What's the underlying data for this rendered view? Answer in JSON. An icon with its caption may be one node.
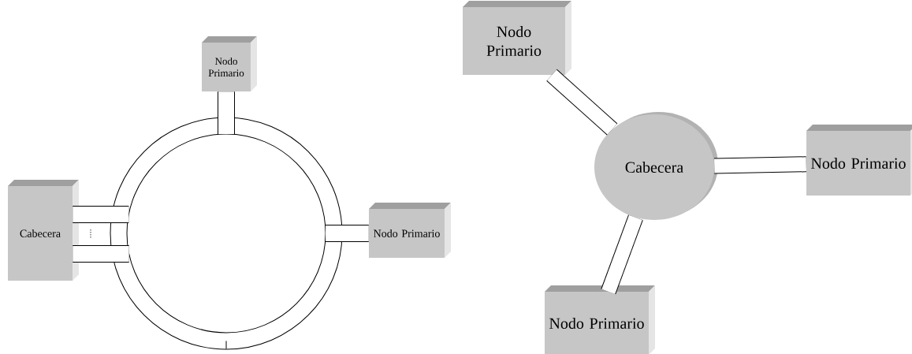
{
  "diagram": {
    "nodes": [
      {
        "text": [
          "Nodo Primario"
        ]
      },
      {
        "text": [
          "Cabecera"
        ]
      },
      {
        "text": [
          "Nodo Primario"
        ]
      },
      {
        "text": [],
        "shape": "circle"
      },
      {
        "text": [
          "Nodo Primario"
        ]
      },
      {
        "text": [
          "Cabecera"
        ]
      },
      {
        "text": [
          "Nodo Primario"
        ]
      },
      {
        "text": [
          "Nodo Primario"
        ]
      }
    ],
    "edges": [
      {
        "from": 0,
        "to": 3,
        "arrow": "none"
      },
      {
        "from": 1,
        "to": 3,
        "arrow": "none"
      },
      {
        "from": 1,
        "to": 3,
        "arrow": "none"
      },
      {
        "from": 2,
        "to": 3,
        "arrow": "none"
      },
      {
        "from": 4,
        "to": 5,
        "arrow": "none"
      },
      {
        "from": 5,
        "to": 6,
        "arrow": "none"
      },
      {
        "from": 5,
        "to": 7,
        "arrow": "none"
      }
    ]
  }
}
